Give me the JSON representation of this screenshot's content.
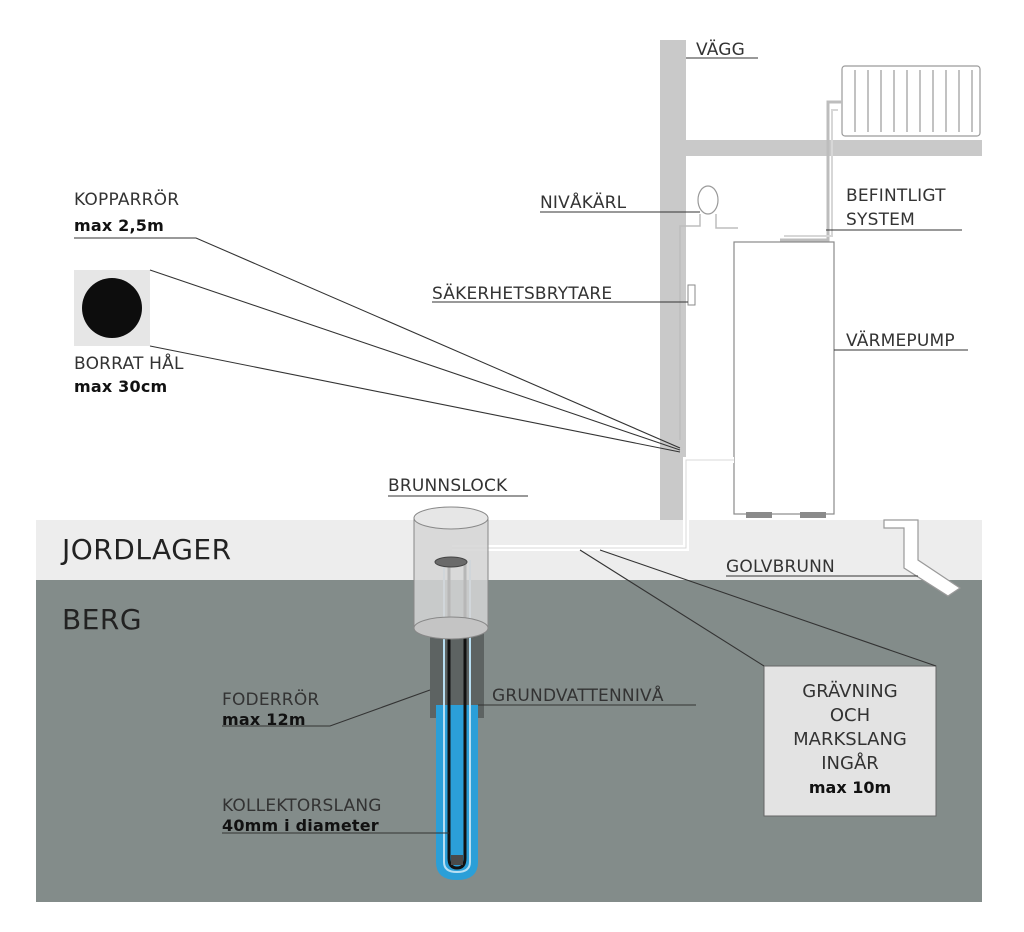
{
  "labels": {
    "vagg": "VÄGG",
    "befintligt_1": "BEFINTLIGT",
    "befintligt_2": "SYSTEM",
    "nivakarl": "NIVÅKÄRL",
    "sakerhetsbrytare": "SÄKERHETSBRYTARE",
    "varmepump": "VÄRMEPUMP",
    "kopparror": "KOPPARRÖR",
    "kopparror_sub": "max 2,5m",
    "borrat_hal": "BORRAT HÅL",
    "borrat_hal_sub": "max 30cm",
    "brunnslock": "BRUNNSLOCK",
    "jordlager": "JORDLAGER",
    "berg": "BERG",
    "golvbrunn": "GOLVBRUNN",
    "foderror": "FODERRÖR",
    "foderror_sub": "max 12m",
    "grundvattenniva": "GRUNDVATTENNIVÅ",
    "kollektorslang": "KOLLEKTORSLANG",
    "kollektorslang_sub": "40mm i diameter"
  },
  "info_box": {
    "line1": "GRÄVNING",
    "line2": "OCH",
    "line3": "MARKSLANG",
    "line4": "INGÅR",
    "sub": "max 10m"
  },
  "colors": {
    "ground_soil": "#ededed",
    "bedrock": "#838c8a",
    "wall": "#c9c9c9",
    "water": "#2b9fd8",
    "hole": "#0d0d0d"
  }
}
